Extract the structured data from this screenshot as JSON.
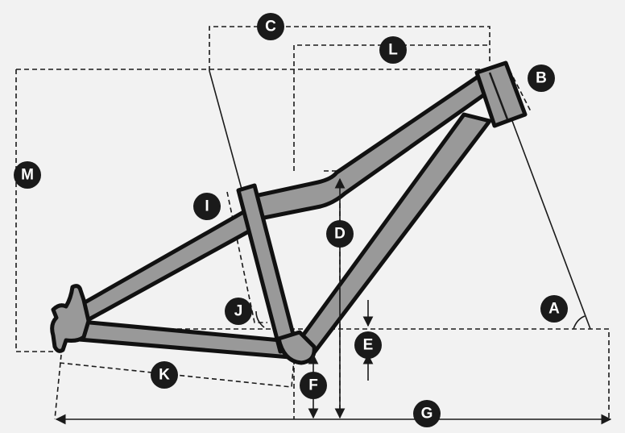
{
  "colors": {
    "background": "#f2f2f2",
    "frame_fill": "#999999",
    "frame_outline": "#111111",
    "line": "#1a1a1a",
    "badge_fill": "#1a1a1a",
    "badge_text": "#ffffff"
  },
  "labels": {
    "A": "A",
    "B": "B",
    "C": "C",
    "D": "D",
    "E": "E",
    "F": "F",
    "G": "G",
    "I": "I",
    "J": "J",
    "K": "K",
    "L": "L",
    "M": "M"
  }
}
